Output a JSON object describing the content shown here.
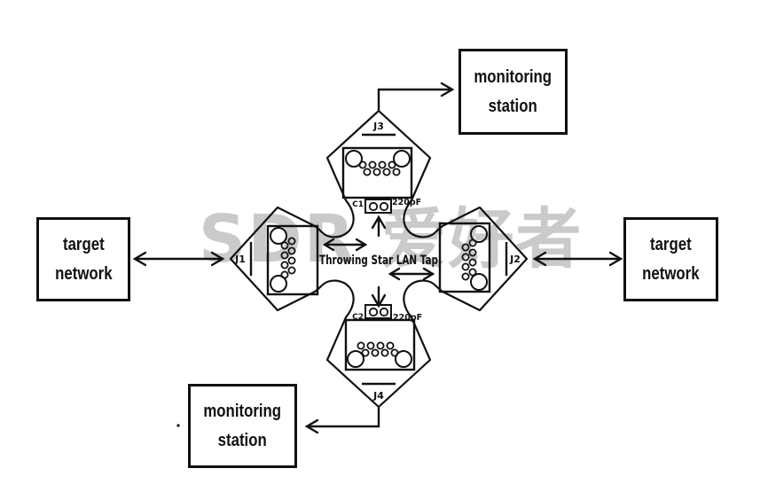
{
  "watermark": {
    "text": "SDR 爱好者",
    "color": "#cacaca"
  },
  "boxes": {
    "target_left": {
      "line1": "target",
      "line2": "network"
    },
    "target_right": {
      "line1": "target",
      "line2": "network"
    },
    "monitoring_top": {
      "line1": "monitoring",
      "line2": "station"
    },
    "monitoring_bottom": {
      "line1": "monitoring",
      "line2": "station"
    }
  },
  "pcb": {
    "title": "Throwing Star LAN Tap",
    "connectors": [
      {
        "id": "J1",
        "position": "left"
      },
      {
        "id": "J2",
        "position": "right"
      },
      {
        "id": "J3",
        "position": "top"
      },
      {
        "id": "J4",
        "position": "bottom"
      }
    ],
    "capacitors": [
      {
        "id": "C1",
        "value": "220pF",
        "position": "top"
      },
      {
        "id": "C2",
        "value": "220pF",
        "position": "bottom"
      }
    ]
  },
  "colors": {
    "line": "#111111",
    "watermark": "#cacaca",
    "background": "#ffffff"
  }
}
